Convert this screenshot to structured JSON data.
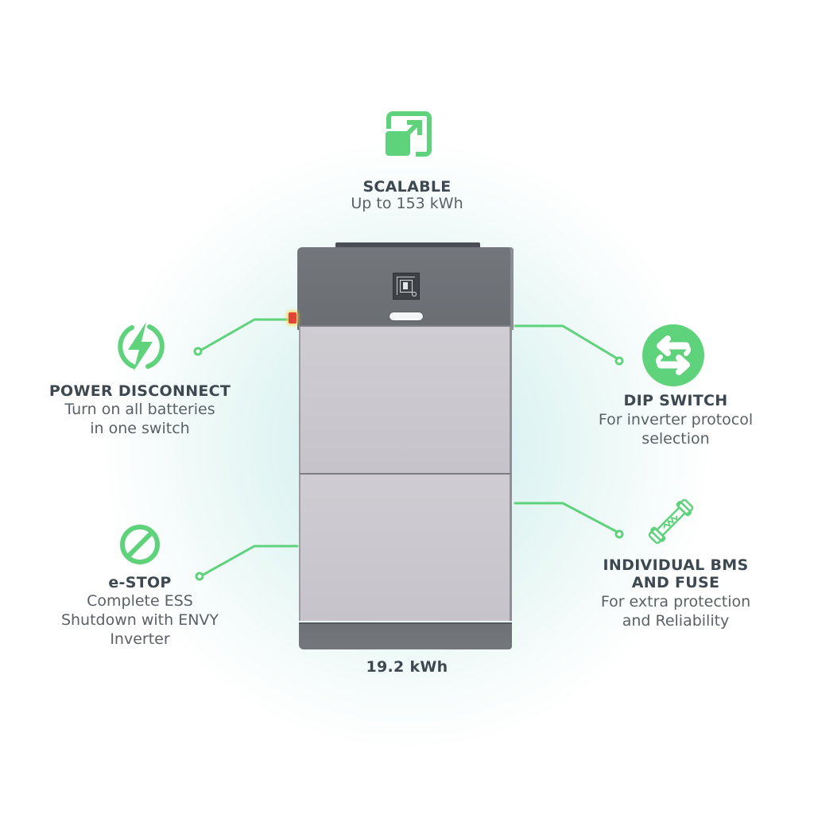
{
  "colors": {
    "accent_green": "#5fd27c",
    "title_text": "#3d4850",
    "body_text": "#5a6166",
    "battery_dark": "#6e7176",
    "battery_light": "#cbc9cf"
  },
  "features": {
    "scalable": {
      "icon": "expand-icon",
      "title": "SCALABLE",
      "lines": [
        "Up to 153 kWh"
      ]
    },
    "power_disconnect": {
      "icon": "lightning-bolt-icon",
      "title": "POWER DISCONNECT",
      "lines": [
        "Turn on all batteries",
        "in one switch"
      ]
    },
    "estop": {
      "icon": "prohibited-icon",
      "title": "e-STOP",
      "lines": [
        "Complete ESS",
        "Shutdown with ENVY",
        "Inverter"
      ]
    },
    "dip_switch": {
      "icon": "swap-arrows-icon",
      "title": "DIP SWITCH",
      "lines": [
        "For inverter protocol",
        "selection"
      ]
    },
    "bms_fuse": {
      "icon": "fuse-icon",
      "title_lines": [
        "INDIVIDUAL BMS",
        "AND FUSE"
      ],
      "lines": [
        "For extra protection",
        "and Reliability"
      ]
    }
  },
  "product": {
    "capacity_label": "19.2 kWh",
    "modules": 2
  }
}
